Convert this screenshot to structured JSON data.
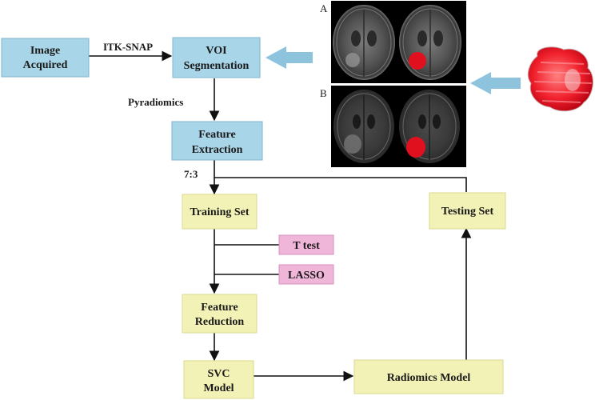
{
  "colors": {
    "blue_box": "#a9d5e8",
    "blue_border": "#7fb6cf",
    "yellow_box": "#f3f2b6",
    "yellow_border": "#d9d88c",
    "pink_box": "#f0b6da",
    "pink_border": "#d890bd",
    "arrow": "#111111",
    "big_arrow": "#8ec3dd",
    "lesion_red": "#e0101e"
  },
  "nodes": {
    "image_acquired": [
      "Image",
      "Acquired"
    ],
    "voi_segmentation": [
      "VOI",
      "Segmentation"
    ],
    "feature_extraction": [
      "Feature",
      "Extraction"
    ],
    "training_set": [
      "Training Set"
    ],
    "testing_set": [
      "Testing Set"
    ],
    "t_test": [
      "T test"
    ],
    "lasso": [
      "LASSO"
    ],
    "feature_reduction": [
      "Feature",
      "Reduction"
    ],
    "svc_model": [
      "SVC",
      "Model"
    ],
    "radiomics_model": [
      "Radiomics Model"
    ]
  },
  "edge_labels": {
    "itk_snap": "ITK-SNAP",
    "pyradiomics": "Pyradiomics",
    "split_ratio": "7:3"
  },
  "panels": {
    "a": "A",
    "b": "B"
  }
}
